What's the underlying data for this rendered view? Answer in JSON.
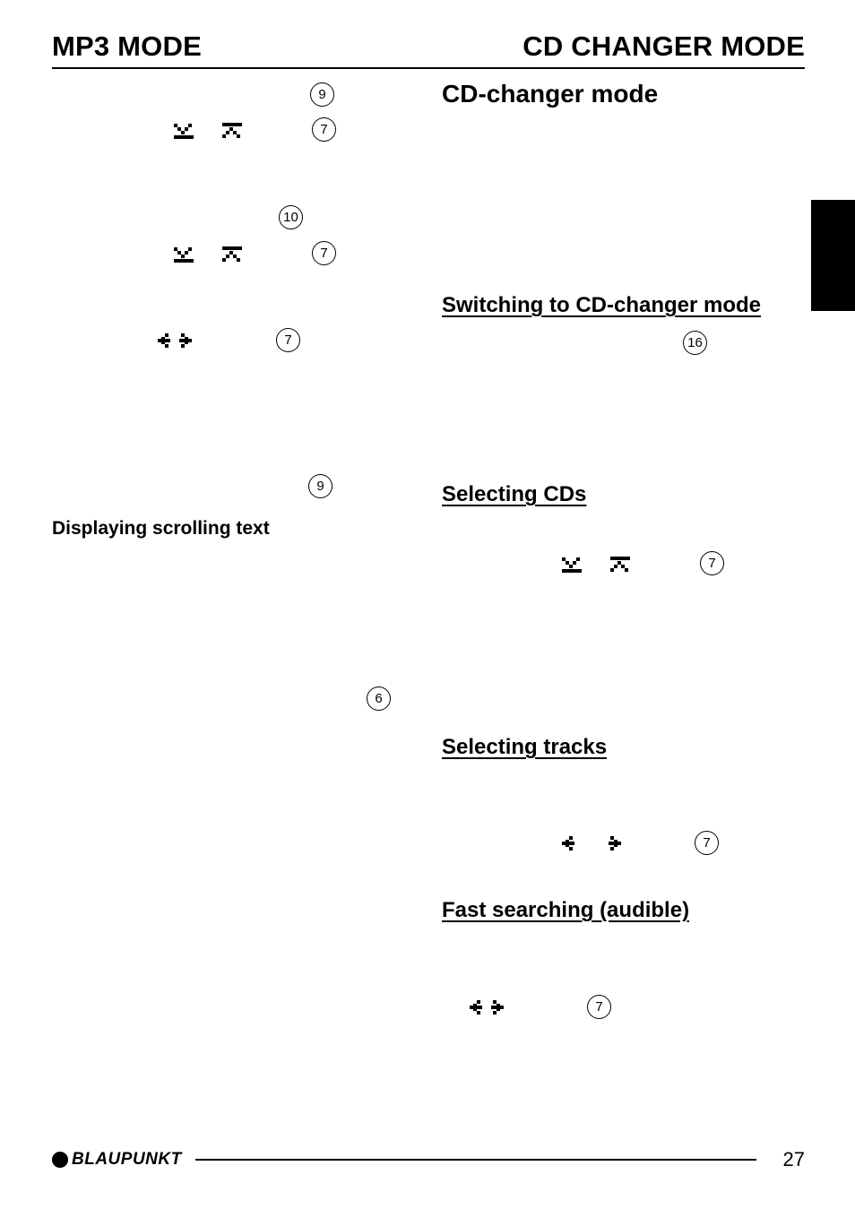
{
  "header": {
    "left_title": "MP3 MODE",
    "right_title": "CD CHANGER MODE"
  },
  "right": {
    "section_title": "CD-changer mode",
    "switching_heading": "Switching to CD-changer mode",
    "selecting_cds_heading": "Selecting CDs",
    "selecting_tracks_heading": "Selecting tracks",
    "fast_search_heading": "Fast searching (audible)"
  },
  "left": {
    "scroll_heading": "Displaying scrolling text"
  },
  "callouts": {
    "c1": "9",
    "c2": "7",
    "c3": "10",
    "c4": "7",
    "c5": "7",
    "c6": "9",
    "c7": "6",
    "c8": "16",
    "c9": "7",
    "c10": "7",
    "c11": "7"
  },
  "icons": {
    "down_up": "down-up-arrow-icons",
    "left_right": "left-right-arrow-icons"
  },
  "footer": {
    "brand": "BLAUPUNKT",
    "page_number": "27"
  }
}
